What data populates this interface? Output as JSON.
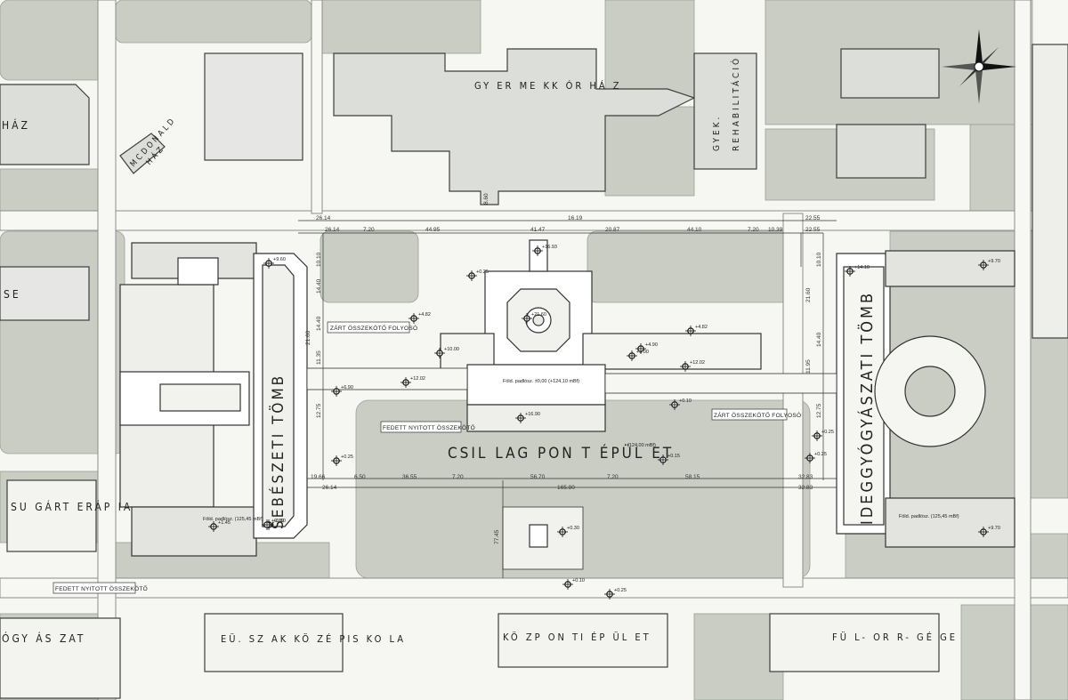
{
  "buildings": {
    "gyermekkorhaz": "GY ER ME KK ÓR HÁ Z",
    "gyek_line1": "GYEK.",
    "gyek_line2": "REHABILITÁCIÓ",
    "mcdonald_line1": "MCDONALD",
    "mcdonald_line2": "HÁZ",
    "haz_left": "HÁZ",
    "se_left": "SE",
    "sebeszeti": "SEBÉSZETI TÖMB",
    "csillagpont": "CSIL LAG PON T ÉPÜL ET",
    "ideggyogyaszati": "IDEGGYÓGYÁSZATI TÖMB",
    "sugarterapia": "SU GÁRT ERÁP IA",
    "gyogyaszat": "ÓGY ÁS ZAT",
    "eu_szakkozepiskola": "EÜ. SZ AK KÖ ZÉ PIS KO LA",
    "kozponti": "KÖ ZP ON TI ÉP ÜL ET",
    "ful_orr_gege": "FÜ L- OR R- GÉ GE"
  },
  "connector_labels": {
    "zart_left": "ZÁRT ÖSSZEKÖTŐ FOLYOSÓ",
    "zart_right": "ZÁRT ÖSSZEKÖTŐ FOLYOSÓ",
    "fedett_center": "FEDETT NYITOTT ÖSSZEKÖTŐ",
    "fedett_left": "FEDETT NYITOTT ÖSSZEKÖTŐ"
  },
  "dimensions": {
    "top_row": [
      "26.14",
      "26.14",
      "7.20",
      "44.95",
      "41.47",
      "20.87",
      "44.10",
      "7.20",
      "10.39",
      "22.55",
      "22.55",
      "16.19",
      "8.60"
    ],
    "bottom_row": [
      "19.66",
      "26.14",
      "6.50",
      "36.55",
      "7.20",
      "56.70",
      "7.20",
      "58.15",
      "32.83",
      "32.83",
      "165.80"
    ],
    "vertical": [
      "10.10",
      "14.40",
      "14.40",
      "11.35",
      "21.60",
      "12.75",
      "14.40",
      "10.10",
      "21.60",
      "12.75",
      "11.95",
      "77.45"
    ]
  },
  "spot_levels": [
    "+9.60",
    "+1.60",
    "+16.93",
    "+4.82",
    "+0.25",
    "+10.00",
    "+21.60",
    "+12.02",
    "+6.90",
    "+4.82",
    "+12.02",
    "+0.10",
    "+16.90",
    "+5.00",
    "+4.90",
    "+0.25",
    "+14.10",
    "+9.70",
    "+9.70",
    "+1.45",
    "+9.60",
    "+0.15",
    "+0.30",
    "+0.10",
    "+0.25",
    "+0.25",
    "+0.25"
  ],
  "floor_notes": {
    "center": "Föld. padlósz. ±0,00 (+124,10 mBf)",
    "left": "Föld. padlósz. (125,45 mBf)",
    "right": "Föld. padlósz. (125,45 mBf)",
    "south": "(124,00 mBf)"
  },
  "compass_icon": "north-arrow-compass-icon",
  "colors": {
    "building_fill": "#d9dbd6",
    "green_fill": "#c6cbc2",
    "road_fill": "#f4f4f1",
    "project_fill": "#ffffff",
    "line": "#4a4a4a"
  }
}
